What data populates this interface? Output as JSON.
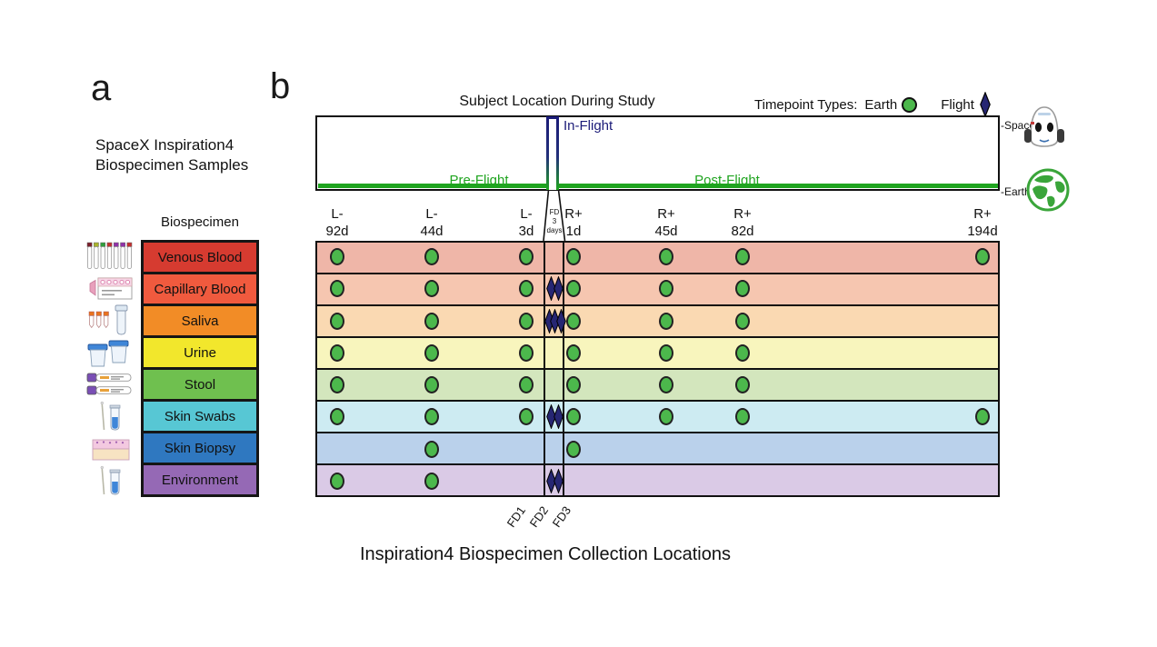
{
  "panel_a": {
    "label": "a",
    "title_line1": "SpaceX Inspiration4",
    "title_line2": "Biospecimen Samples",
    "table_header": "Biospecimen"
  },
  "panel_b": {
    "label": "b",
    "title": "Subject Location During Study",
    "caption": "Inspiration4 Biospecimen Collection Locations",
    "legend": {
      "title": "Timepoint Types:",
      "earth_label": "Earth",
      "flight_label": "Flight",
      "earth_color": "#4cb84c",
      "flight_color": "#262673"
    },
    "timeline": {
      "pre_flight": "Pre-Flight",
      "in_flight": "In-Flight",
      "post_flight": "Post-Flight",
      "space_label": "-Space",
      "earth_label": "-Earth",
      "green": "#1fa41f",
      "navy": "#1b1b78"
    },
    "columns": [
      {
        "line1": "L-",
        "line2": "92d"
      },
      {
        "line1": "L-",
        "line2": "44d"
      },
      {
        "line1": "L-",
        "line2": "3d"
      },
      {
        "line1": "R+",
        "line2": "1d"
      },
      {
        "line1": "R+",
        "line2": "45d"
      },
      {
        "line1": "R+",
        "line2": "82d"
      },
      {
        "line1": "R+",
        "line2": "194d"
      }
    ],
    "fd_header": {
      "line1": "FD",
      "line2": "3",
      "line3": "days"
    },
    "fd_footer": [
      "FD1",
      "FD2",
      "FD3"
    ]
  },
  "specimens": [
    {
      "label": "Venous Blood",
      "color": "#d63b30",
      "tint": "#efb6a8",
      "icon": "venous-blood-tubes-icon",
      "marks": [
        "E",
        "E",
        "E",
        "",
        "E",
        "E",
        "E",
        "E"
      ]
    },
    {
      "label": "Capillary Blood",
      "color": "#f05a3e",
      "tint": "#f6c6b0",
      "icon": "capillary-blood-card-icon",
      "marks": [
        "E",
        "E",
        "E",
        "F2",
        "E",
        "E",
        "E",
        ""
      ]
    },
    {
      "label": "Saliva",
      "color": "#f28c26",
      "tint": "#fad9b2",
      "icon": "saliva-tubes-icon",
      "marks": [
        "E",
        "E",
        "E",
        "F3",
        "E",
        "E",
        "E",
        ""
      ]
    },
    {
      "label": "Urine",
      "color": "#f2e72c",
      "tint": "#f8f5bd",
      "icon": "urine-cups-icon",
      "marks": [
        "E",
        "E",
        "E",
        "",
        "E",
        "E",
        "E",
        ""
      ]
    },
    {
      "label": "Stool",
      "color": "#6fc04f",
      "tint": "#d3e6bd",
      "icon": "stool-kit-icon",
      "marks": [
        "E",
        "E",
        "E",
        "",
        "E",
        "E",
        "E",
        ""
      ]
    },
    {
      "label": "Skin Swabs",
      "color": "#57c7d4",
      "tint": "#cdebf2",
      "icon": "skin-swab-tube-icon",
      "marks": [
        "E",
        "E",
        "E",
        "F2",
        "E",
        "E",
        "E",
        "E"
      ]
    },
    {
      "label": "Skin Biopsy",
      "color": "#2f78c0",
      "tint": "#bad1eb",
      "icon": "skin-biopsy-icon",
      "marks": [
        "",
        "E",
        "",
        "",
        "E",
        "",
        "",
        ""
      ]
    },
    {
      "label": "Environment",
      "color": "#9569b5",
      "tint": "#dacae6",
      "icon": "environment-swab-icon",
      "marks": [
        "E",
        "E",
        "",
        "F2",
        "",
        "",
        "",
        ""
      ]
    }
  ],
  "collections": {
    "timepoint_columns": [
      "L-92d",
      "L-44d",
      "L-3d",
      "FD1-3",
      "R+1d",
      "R+45d",
      "R+82d",
      "R+194d"
    ],
    "mark_legend": {
      "E": "Earth timepoint (green circle)",
      "F2": "2 flight-day diamonds",
      "F3": "3 flight-day diamonds"
    }
  }
}
